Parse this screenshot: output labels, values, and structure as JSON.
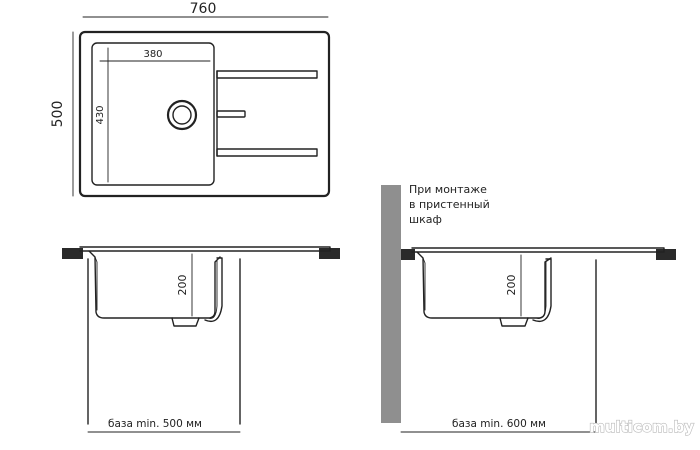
{
  "top_view": {
    "width_label": "760",
    "height_label": "500",
    "bowl_width_label": "380",
    "bowl_depth_label": "430"
  },
  "section_left": {
    "depth_label": "200",
    "base_label": "база min. 500 мм"
  },
  "section_right": {
    "depth_label": "200",
    "base_label": "база min. 600 мм",
    "note_lines": [
      "При монтаже",
      "в пристенный",
      "шкаф"
    ]
  },
  "watermark": "multicom.by",
  "colors": {
    "line": "#222222",
    "wall": "#8f8f8f",
    "countertop": "#2a2a2a"
  }
}
